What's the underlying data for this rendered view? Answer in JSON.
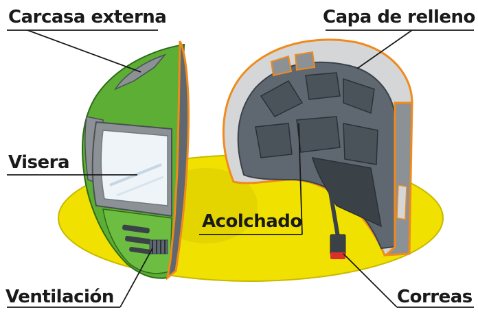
{
  "labels": {
    "outer_shell": "Carcasa externa",
    "filling_layer": "Capa de relleno",
    "visor": "Visera",
    "padding": "Acolchado",
    "ventilation": "Ventilación",
    "straps": "Correas"
  },
  "colors": {
    "platform": "#f0e100",
    "platform_edge": "#c9b800",
    "shell_green": "#5cae34",
    "shell_green_dark": "#3f8a22",
    "shell_gray": "#8c9196",
    "liner_gray": "#5f6870",
    "liner_dark": "#3a4248",
    "filling_gray": "#d4d6d8",
    "cut_edge": "#f08a1c",
    "visor_glass": "#eef4f8",
    "strap_red": "#d9302a",
    "leader_line": "#1a1a1a"
  }
}
